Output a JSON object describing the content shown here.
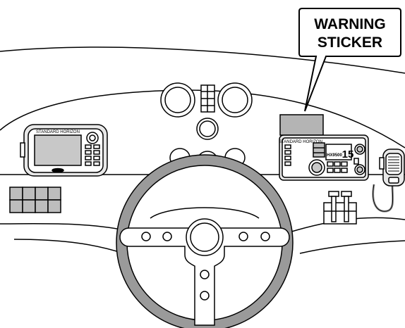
{
  "callout": {
    "line1": "WARNING",
    "line2": "STICKER"
  },
  "radio": {
    "brand": "STANDARD HORIZON",
    "model": "HX9500",
    "channel": "15",
    "brand_small": "STANDARD HORIZON"
  },
  "chartplotter": {
    "brand": "STANDARD HORIZON"
  },
  "colors": {
    "outline": "#000000",
    "fill_light": "#e8e8e8",
    "fill_gray": "#bdbdbd",
    "wheel_rim": "#9a9a9a",
    "screen": "#c8c8c8",
    "sticker": "#b4b4b4"
  },
  "icons": [
    "steering-wheel-icon",
    "vhf-radio-icon",
    "microphone-icon",
    "chartplotter-icon",
    "throttle-lever-icon",
    "gauge-icon",
    "switch-panel-icon"
  ]
}
